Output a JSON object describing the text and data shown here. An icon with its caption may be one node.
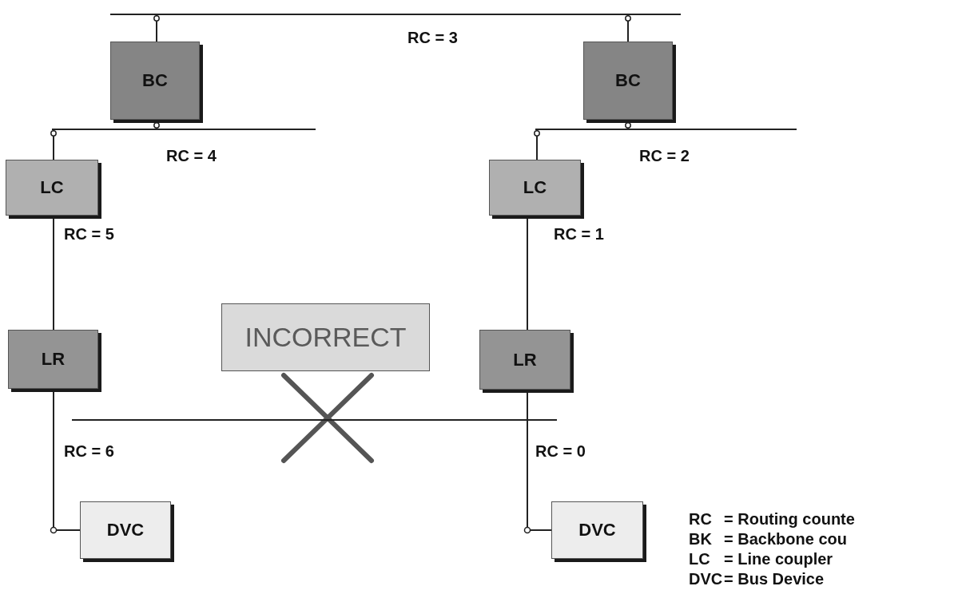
{
  "diagram": {
    "nodes": [
      {
        "text": [],
        "shape": "bar"
      },
      {
        "text": [
          "BC"
        ]
      },
      {
        "text": [
          "BC"
        ]
      },
      {
        "text": [],
        "shape": "bar"
      },
      {
        "text": [],
        "shape": "bar"
      },
      {
        "text": [
          "LC"
        ]
      },
      {
        "text": [
          "LC"
        ]
      },
      {
        "text": [
          "INCORRECT"
        ]
      },
      {
        "text": [
          "LR"
        ]
      },
      {
        "text": [
          "LR"
        ]
      },
      {
        "text": [],
        "shape": "bar"
      },
      {
        "text": [
          "DVC"
        ]
      },
      {
        "text": [
          "DVC"
        ]
      }
    ],
    "edges": [
      {
        "from": 0,
        "to": 1,
        "arrow": "other"
      },
      {
        "from": 0,
        "to": 2,
        "arrow": "other"
      },
      {
        "from": 1,
        "to": 3,
        "arrow": "other"
      },
      {
        "from": 2,
        "to": 4,
        "arrow": "other"
      },
      {
        "from": 3,
        "to": 5,
        "arrow": "other"
      },
      {
        "from": 4,
        "to": 6,
        "arrow": "other"
      },
      {
        "from": 5,
        "to": 8,
        "arrow": "none"
      },
      {
        "from": 6,
        "to": 9,
        "arrow": "none"
      },
      {
        "from": 8,
        "to": 11,
        "arrow": "none"
      },
      {
        "from": 9,
        "to": 12,
        "arrow": "none"
      }
    ],
    "labels": [
      "RC = 3",
      "RC = 4",
      "RC = 2",
      "RC = 5",
      "RC = 1",
      "RC = 6",
      "RC = 0",
      "RC",
      "= Routing counte",
      "BK",
      "= Backbone cou",
      "LC",
      "= Line coupler",
      "DVC",
      "= Bus Device"
    ]
  }
}
